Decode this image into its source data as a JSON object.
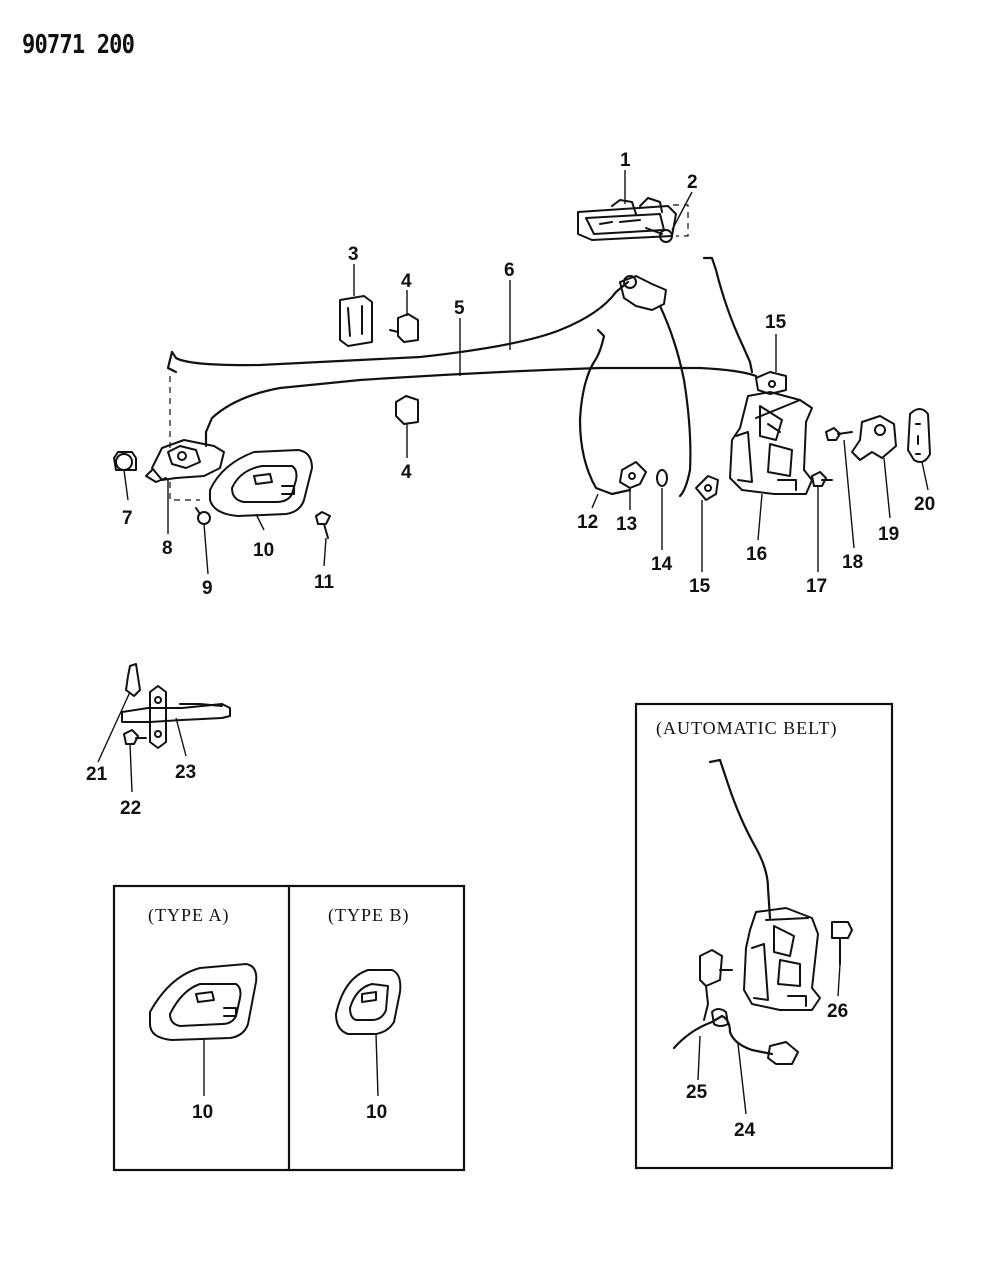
{
  "header": {
    "drawing_number": "90771 200"
  },
  "boxes": {
    "type_a_title": "(TYPE A)",
    "type_b_title": "(TYPE B)",
    "automatic_belt_title": "(AUTOMATIC BELT)"
  },
  "callouts": {
    "c1": "1",
    "c2": "2",
    "c3": "3",
    "c4a": "4",
    "c4b": "4",
    "c5": "5",
    "c6": "6",
    "c7": "7",
    "c8": "8",
    "c9": "9",
    "c10": "10",
    "c11": "11",
    "c12": "12",
    "c13": "13",
    "c14": "14",
    "c15a": "15",
    "c15b": "15",
    "c16": "16",
    "c17": "17",
    "c18": "18",
    "c19": "19",
    "c20": "20",
    "c21": "21",
    "c22": "22",
    "c23": "23",
    "c10a": "10",
    "c10b": "10",
    "c24": "24",
    "c25": "25",
    "c26": "26"
  }
}
